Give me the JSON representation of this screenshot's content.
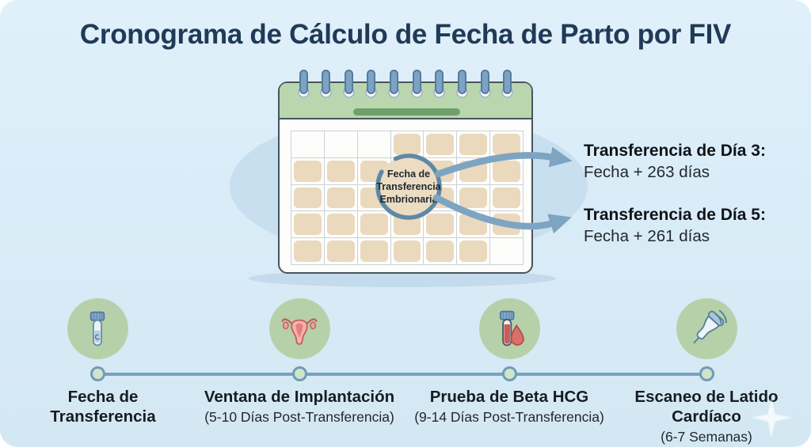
{
  "title": "Cronograma de Cálculo de Fecha de Parto por FIV",
  "calendar": {
    "annotation": "Fecha de\nTransferencia\nEmbrionaria"
  },
  "transfer_rules": [
    {
      "label": "Transferencia de Día 3:",
      "value": "Fecha + 263 días"
    },
    {
      "label": "Transferencia de Día 5:",
      "value": "Fecha + 261 días"
    }
  ],
  "timeline": {
    "milestones": [
      {
        "icon": "test-tube-icon",
        "label": "Fecha de\nTransferencia",
        "sublabel": ""
      },
      {
        "icon": "uterus-icon",
        "label": "Ventana de Implantación",
        "sublabel": "(5-10 Días Post-Transferencia)"
      },
      {
        "icon": "blood-test-icon",
        "label": "Prueba de Beta HCG",
        "sublabel": "(9-14 Días Post-Transferencia)"
      },
      {
        "icon": "ultrasound-probe-icon",
        "label": "Escaneo de Latido Cardíaco",
        "sublabel": "(6-7 Semanas)"
      }
    ]
  },
  "colors": {
    "panel_bg": "#d9ecf7",
    "title": "#203a57",
    "accent_blue": "#7da5c2",
    "calendar_green": "#b9d6ae",
    "calendar_bar_green": "#6fa06b",
    "cell_beige": "#ead9bd",
    "icon_circle_green": "#b6d1aa",
    "timeline_line": "#76a2be"
  }
}
